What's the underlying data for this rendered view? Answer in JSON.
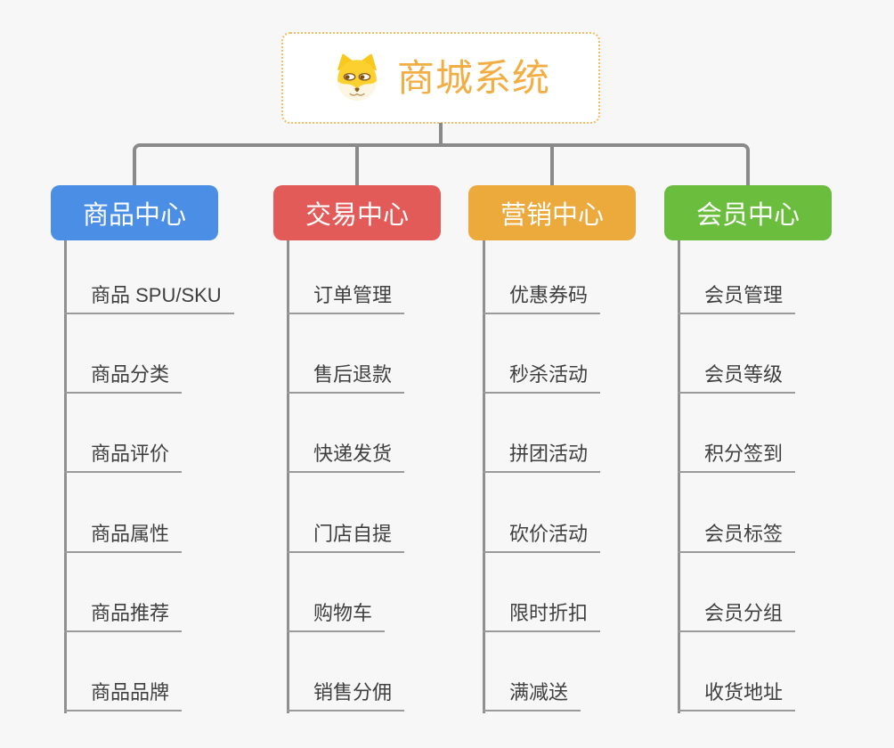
{
  "root": {
    "title": "商城系统",
    "icon": "dog-face-icon"
  },
  "branches": [
    {
      "label": "商品中心",
      "color": "#4a8ee6",
      "items": [
        "商品 SPU/SKU",
        "商品分类",
        "商品评价",
        "商品属性",
        "商品推荐",
        "商品品牌"
      ]
    },
    {
      "label": "交易中心",
      "color": "#e25b58",
      "items": [
        "订单管理",
        "售后退款",
        "快递发货",
        "门店自提",
        "购物车",
        "销售分佣"
      ]
    },
    {
      "label": "营销中心",
      "color": "#ecaa3d",
      "items": [
        "优惠券码",
        "秒杀活动",
        "拼团活动",
        "砍价活动",
        "限时折扣",
        "满减送"
      ]
    },
    {
      "label": "会员中心",
      "color": "#6bbd3e",
      "items": [
        "会员管理",
        "会员等级",
        "积分签到",
        "会员标签",
        "会员分组",
        "收货地址"
      ]
    }
  ],
  "colors": {
    "background": "#f7f7f7",
    "connector": "#8a8a8a",
    "leaf_underline": "#9a9a9a",
    "leaf_text": "#3f3f3f",
    "root_border": "#f4bb60",
    "root_title": "#f2ad43",
    "dog_yellow": "#fbd02f",
    "dog_cream": "#fdf6e3"
  }
}
